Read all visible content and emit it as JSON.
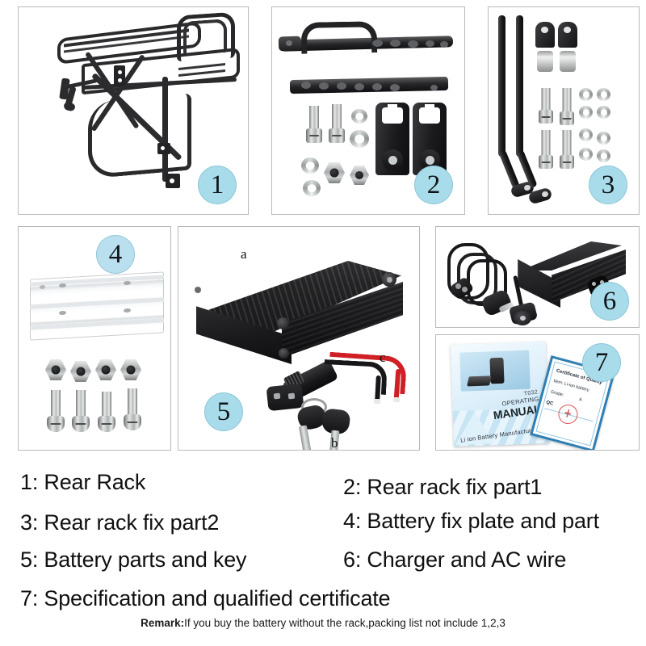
{
  "page": {
    "type": "product-packing-list",
    "background": "#ffffff",
    "badge_color": "#a9dcea",
    "panel_border_color": "#b9b9b9"
  },
  "panels": [
    {
      "id": "panel-1",
      "badge": "1",
      "name": "rear-rack",
      "contents": "black bicycle rear rack frame"
    },
    {
      "id": "panel-2",
      "badge": "2",
      "name": "rear-rack-fix-part1",
      "contents": "curved black bracket, straight drilled bar, two bolts, washers, two L-clamps, two lock nuts"
    },
    {
      "id": "panel-3",
      "badge": "3",
      "name": "rear-rack-fix-part2",
      "contents": "two black bent stays, two black clamps, barrel nuts, four bolts, washers"
    },
    {
      "id": "panel-4",
      "badge": "4",
      "name": "battery-fix-plate-and-part",
      "contents": "silver aluminium mounting plate, four lock nuts, four pan-head screws"
    },
    {
      "id": "panel-5",
      "badge": "5",
      "name": "battery-parts-and-key",
      "contents": "black battery case, discharge connector with red and black wires, two keys",
      "labels": [
        {
          "key": "a",
          "for": "battery-case"
        },
        {
          "key": "b",
          "for": "keys"
        },
        {
          "key": "c",
          "for": "connector-wires"
        }
      ]
    },
    {
      "id": "panel-6",
      "badge": "6",
      "name": "charger-and-ac-wire",
      "contents": "black charger brick, coiled AC wire with EU plug, DIN output connector"
    },
    {
      "id": "panel-7",
      "badge": "7",
      "name": "specification-and-qualified-certificate",
      "contents": "operating manual booklet and quality certificate card",
      "manual": {
        "model": "T032",
        "line1": "OPERATING",
        "line2": "MANUAL",
        "footer": "Li ion Battery Manufacturer"
      },
      "certificate": {
        "title": "Certificate of Quality",
        "item_label": "Item:",
        "item_value": "Li-ion battery",
        "grade_label": "Grade:",
        "grade_value": "A",
        "qc_label": "QC"
      }
    }
  ],
  "captions": {
    "items": [
      {
        "id": "caption-1",
        "text": "1: Rear Rack",
        "column": "left",
        "row": 1
      },
      {
        "id": "caption-2",
        "text": "2: Rear rack fix part1",
        "column": "right",
        "row": 1
      },
      {
        "id": "caption-3",
        "text": "3: Rear rack fix part2",
        "column": "left",
        "row": 2
      },
      {
        "id": "caption-4",
        "text": "4: Battery fix plate and part",
        "column": "right",
        "row": 2
      },
      {
        "id": "caption-5",
        "text": "5: Battery parts and key",
        "column": "left",
        "row": 3
      },
      {
        "id": "caption-6",
        "text": "6: Charger and AC wire",
        "column": "right",
        "row": 3
      },
      {
        "id": "caption-7",
        "text": "7: Specification and qualified certificate",
        "column": "left",
        "row": 4
      }
    ]
  },
  "remark": {
    "prefix": "Remark:",
    "text": "If you buy the battery without the rack,packing list not include 1,2,3"
  }
}
